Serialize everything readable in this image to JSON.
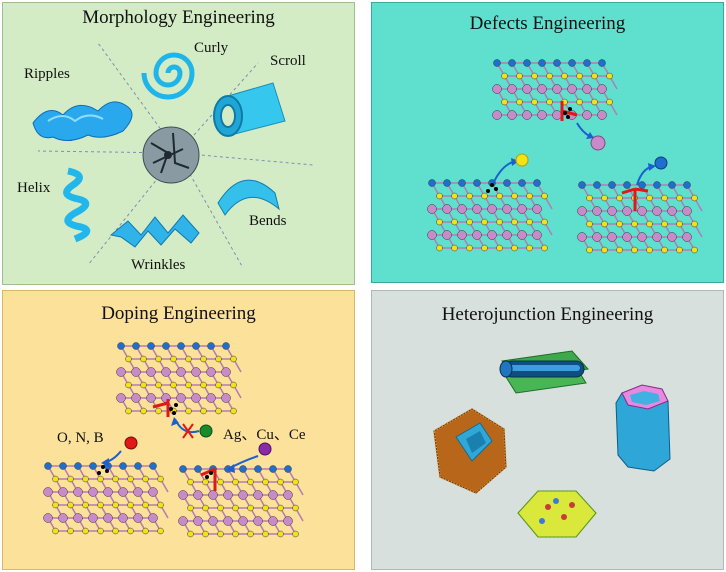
{
  "panels": {
    "morphology": {
      "title": "Morphology Engineering",
      "labels": {
        "curly": "Curly",
        "scroll": "Scroll",
        "ripples": "Ripples",
        "helix": "Helix",
        "bends": "Bends",
        "wrinkles": "Wrinkles"
      }
    },
    "defects": {
      "title": "Defects Engineering"
    },
    "doping": {
      "title": "Doping Engineering",
      "labels": {
        "left_dopants": "O, N, B",
        "right_dopants": "Ag、Cu、Ce"
      }
    },
    "heterojunction": {
      "title": "Heterojunction Engineering"
    }
  },
  "colors": {
    "morphology_bg": "#d4ecc5",
    "defects_bg": "#5fe0cf",
    "doping_bg": "#fbe19a",
    "heterojunction_bg": "#d7e0dc",
    "atom_blue": "#1e6fd0",
    "atom_yellow": "#f2e21a",
    "atom_pink": "#c98ac9",
    "bond_red": "#e01818",
    "arrow_blue": "#1c5fcf"
  }
}
